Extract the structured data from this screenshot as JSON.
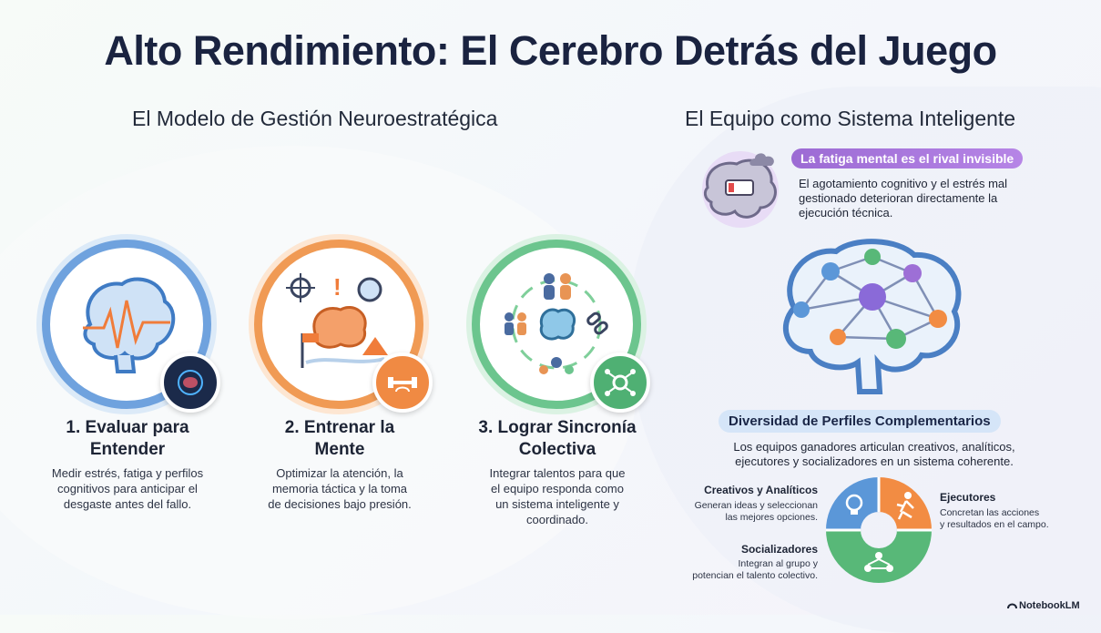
{
  "title": "Alto Rendimiento: El Cerebro Detrás del Juego",
  "left_section": {
    "title": "El Modelo de Gestión Neuroestratégica",
    "steps": [
      {
        "title_line1": "1. Evaluar para",
        "title_line2": "Entender",
        "desc_lines": [
          "Medir estrés, fatiga y perfilos",
          "cognitivos para anticipar el",
          "desgaste antes del fallo."
        ],
        "accent": "#6fa2de",
        "icon": "brain-monitor-icon",
        "badge_icon": "brain-scan-icon"
      },
      {
        "title_line1": "2. Entrenar la",
        "title_line2": "Mente",
        "desc_lines": [
          "Optimizar la atención, la",
          "memoria táctica y la toma",
          "de decisiones bajo presión."
        ],
        "accent": "#f09a54",
        "icon": "brain-strategy-icon",
        "badge_icon": "dumbbell-brain-icon"
      },
      {
        "title_line1": "3. Lograr Sincronía",
        "title_line2": "Colectiva",
        "desc_lines": [
          "Integrar talentos para que",
          "el equipo responda como",
          "un sistema inteligente y",
          "coordinado."
        ],
        "accent": "#6cc58e",
        "icon": "team-brain-cycle-icon",
        "badge_icon": "gear-network-icon"
      }
    ]
  },
  "right_section": {
    "title": "El Equipo como Sistema Inteligente",
    "fatigue": {
      "pill": "La fatiga mental es el rival invisible",
      "text_lines": [
        "El agotamiento cognitivo y el estrés mal",
        "gestionado deterioran directamente la",
        "ejecución técnica."
      ],
      "icon": "tired-brain-battery-icon"
    },
    "network_icon": "brain-network-icon",
    "diversity": {
      "pill": "Diversidad de Perfiles Complementarios",
      "text_lines": [
        "Los equipos ganadores articulan creativos, analíticos,",
        "ejecutores y socializadores en un sistema coherente."
      ]
    },
    "profiles": [
      {
        "name": "Creativos y Analíticos",
        "desc_lines": [
          "Generan ideas y seleccionan",
          "las mejores opciones."
        ],
        "color": "#5b97d8",
        "icon": "lightbulb-icon"
      },
      {
        "name": "Ejecutores",
        "desc_lines": [
          "Concretan las acciones",
          "y resultados en el campo."
        ],
        "color": "#f28c43",
        "icon": "runner-icon"
      },
      {
        "name": "Socializadores",
        "desc_lines": [
          "Integran al grupo y",
          "potencian el talento colectivo."
        ],
        "color": "#58b878",
        "icon": "people-network-icon"
      }
    ]
  },
  "brand": "NotebookLM"
}
